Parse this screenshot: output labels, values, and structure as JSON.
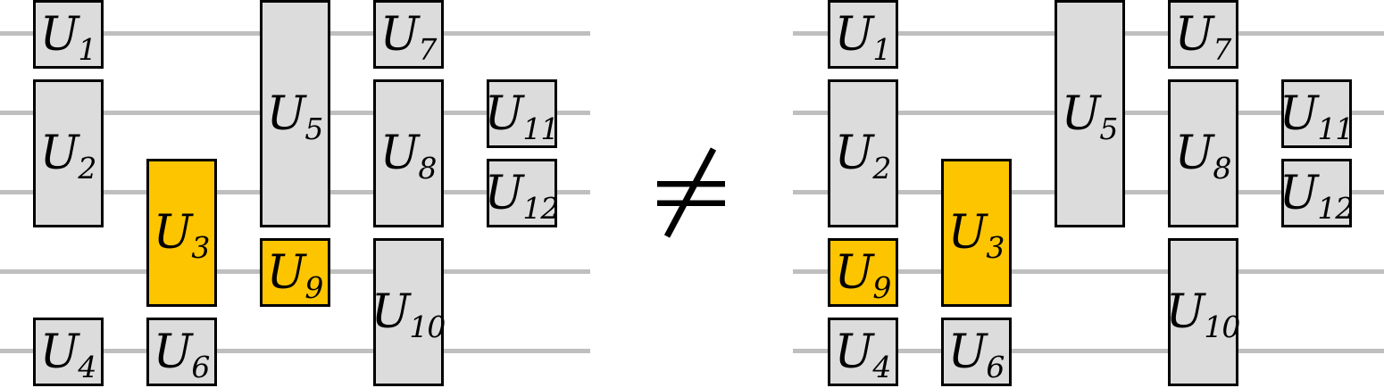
{
  "colors": {
    "background": "#ffffff",
    "wire": "#bfbfbf",
    "gate_fill": "#dcdcdc",
    "gate_border": "#000000",
    "highlight_fill": "#fdc500",
    "text": "#000000"
  },
  "neq": {
    "symbol": "≠"
  },
  "circuits": {
    "left": {
      "wire_count": 5,
      "gates": [
        {
          "label": "U",
          "sub": "1",
          "col": 0,
          "wire_from": 0,
          "wire_to": 0,
          "highlight": false
        },
        {
          "label": "U",
          "sub": "2",
          "col": 0,
          "wire_from": 1,
          "wire_to": 2,
          "highlight": false
        },
        {
          "label": "U",
          "sub": "4",
          "col": 0,
          "wire_from": 4,
          "wire_to": 4,
          "highlight": false
        },
        {
          "label": "U",
          "sub": "3",
          "col": 1,
          "wire_from": 2,
          "wire_to": 3,
          "highlight": true
        },
        {
          "label": "U",
          "sub": "6",
          "col": 1,
          "wire_from": 4,
          "wire_to": 4,
          "highlight": false
        },
        {
          "label": "U",
          "sub": "5",
          "col": 2,
          "wire_from": 0,
          "wire_to": 2,
          "highlight": false
        },
        {
          "label": "U",
          "sub": "9",
          "col": 2,
          "wire_from": 3,
          "wire_to": 3,
          "highlight": true
        },
        {
          "label": "U",
          "sub": "7",
          "col": 3,
          "wire_from": 0,
          "wire_to": 0,
          "highlight": false
        },
        {
          "label": "U",
          "sub": "8",
          "col": 3,
          "wire_from": 1,
          "wire_to": 2,
          "highlight": false
        },
        {
          "label": "U",
          "sub": "10",
          "col": 3,
          "wire_from": 3,
          "wire_to": 4,
          "highlight": false
        },
        {
          "label": "U",
          "sub": "11",
          "col": 4,
          "wire_from": 1,
          "wire_to": 1,
          "highlight": false
        },
        {
          "label": "U",
          "sub": "12",
          "col": 4,
          "wire_from": 2,
          "wire_to": 2,
          "highlight": false
        }
      ]
    },
    "right": {
      "wire_count": 5,
      "gates": [
        {
          "label": "U",
          "sub": "1",
          "col": 0,
          "wire_from": 0,
          "wire_to": 0,
          "highlight": false
        },
        {
          "label": "U",
          "sub": "2",
          "col": 0,
          "wire_from": 1,
          "wire_to": 2,
          "highlight": false
        },
        {
          "label": "U",
          "sub": "9",
          "col": 0,
          "wire_from": 3,
          "wire_to": 3,
          "highlight": true
        },
        {
          "label": "U",
          "sub": "4",
          "col": 0,
          "wire_from": 4,
          "wire_to": 4,
          "highlight": false
        },
        {
          "label": "U",
          "sub": "3",
          "col": 1,
          "wire_from": 2,
          "wire_to": 3,
          "highlight": true
        },
        {
          "label": "U",
          "sub": "6",
          "col": 1,
          "wire_from": 4,
          "wire_to": 4,
          "highlight": false
        },
        {
          "label": "U",
          "sub": "5",
          "col": 2,
          "wire_from": 0,
          "wire_to": 2,
          "highlight": false
        },
        {
          "label": "U",
          "sub": "7",
          "col": 3,
          "wire_from": 0,
          "wire_to": 0,
          "highlight": false
        },
        {
          "label": "U",
          "sub": "8",
          "col": 3,
          "wire_from": 1,
          "wire_to": 2,
          "highlight": false
        },
        {
          "label": "U",
          "sub": "10",
          "col": 3,
          "wire_from": 3,
          "wire_to": 4,
          "highlight": false
        },
        {
          "label": "U",
          "sub": "11",
          "col": 4,
          "wire_from": 1,
          "wire_to": 1,
          "highlight": false
        },
        {
          "label": "U",
          "sub": "12",
          "col": 4,
          "wire_from": 2,
          "wire_to": 2,
          "highlight": false
        }
      ]
    }
  }
}
